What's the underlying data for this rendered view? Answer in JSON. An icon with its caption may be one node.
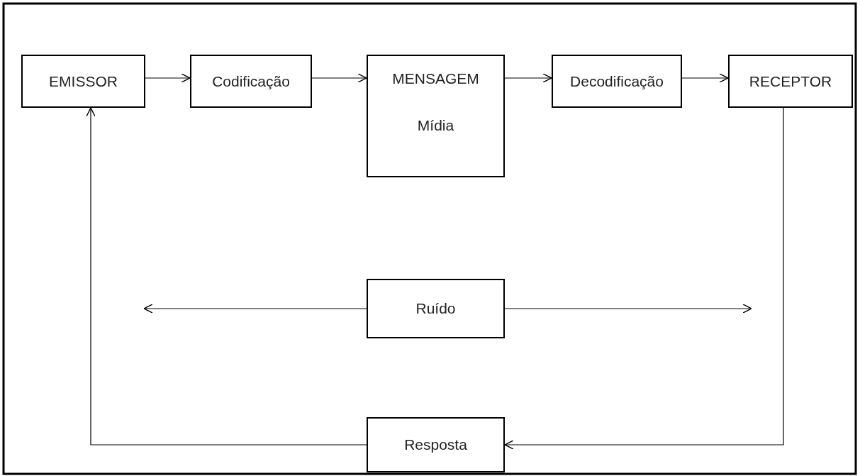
{
  "diagram": {
    "nodes": [
      {
        "text": [
          "EMISSOR"
        ]
      },
      {
        "text": [
          "Codificação"
        ]
      },
      {
        "text": [
          "MENSAGEM",
          "Mídia"
        ]
      },
      {
        "text": [
          "Decodificação"
        ]
      },
      {
        "text": [
          "RECEPTOR"
        ]
      },
      {
        "text": [
          "Ruído"
        ]
      },
      {
        "text": [
          "Resposta"
        ]
      }
    ],
    "edges": [
      {
        "from": 0,
        "to": 1,
        "arrow": "to"
      },
      {
        "from": 1,
        "to": 2,
        "arrow": "to"
      },
      {
        "from": 2,
        "to": 3,
        "arrow": "to"
      },
      {
        "from": 3,
        "to": 4,
        "arrow": "to"
      },
      {
        "from": 5,
        "to": null,
        "arrow": "to"
      },
      {
        "from": 5,
        "to": null,
        "arrow": "to"
      },
      {
        "from": 4,
        "to": 6,
        "arrow": "to"
      },
      {
        "from": 6,
        "to": 0,
        "arrow": "to"
      }
    ]
  }
}
